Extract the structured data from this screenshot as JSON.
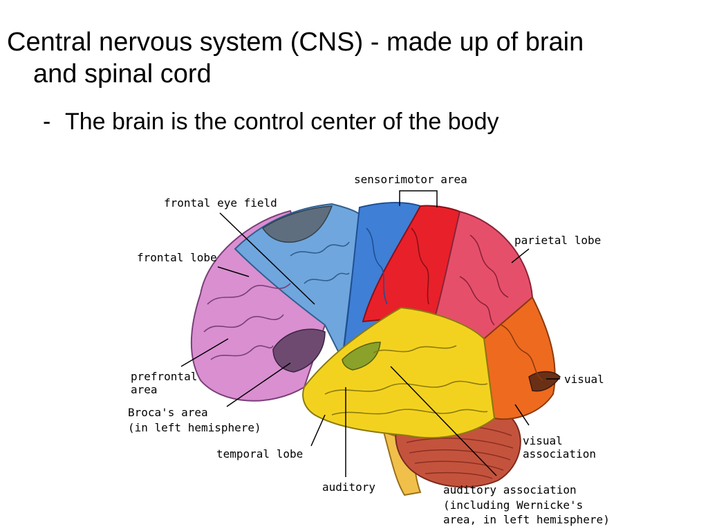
{
  "slide": {
    "bullet_main_line1": "Central nervous system (CNS) - made up of brain",
    "bullet_main_line2": "and spinal cord",
    "bullet_sub_dash": "-",
    "bullet_sub": "The brain is the control center of the body"
  },
  "diagram": {
    "labels": {
      "sensorimotor": "sensorimotor area",
      "frontal_eye": "frontal eye field",
      "parietal": "parietal lobe",
      "frontal_lobe": "frontal lobe",
      "prefrontal_1": "prefrontal",
      "prefrontal_2": "area",
      "visual": "visual",
      "broca_1": "Broca's area",
      "broca_2": "(in left hemisphere)",
      "visual_assoc_1": "visual",
      "visual_assoc_2": "association",
      "temporal": "temporal lobe",
      "auditory": "auditory",
      "aud_assoc_1": "auditory association",
      "aud_assoc_2": "(including Wernicke's",
      "aud_assoc_3": "area, in left hemisphere)"
    },
    "colors": {
      "frontal_lobe": "#d98fd0",
      "frontal_eye_field": "#6fa6dd",
      "premotor_gray": "#5e6e7e",
      "motor": "#3f7fd6",
      "sensory": "#e8202a",
      "parietal": "#e64f6a",
      "temporal": "#f3d21f",
      "occipital": "#ee6a1f",
      "cerebellum": "#c4533d",
      "brainstem": "#f0c04a",
      "auditory_green": "#8aa12a"
    }
  }
}
